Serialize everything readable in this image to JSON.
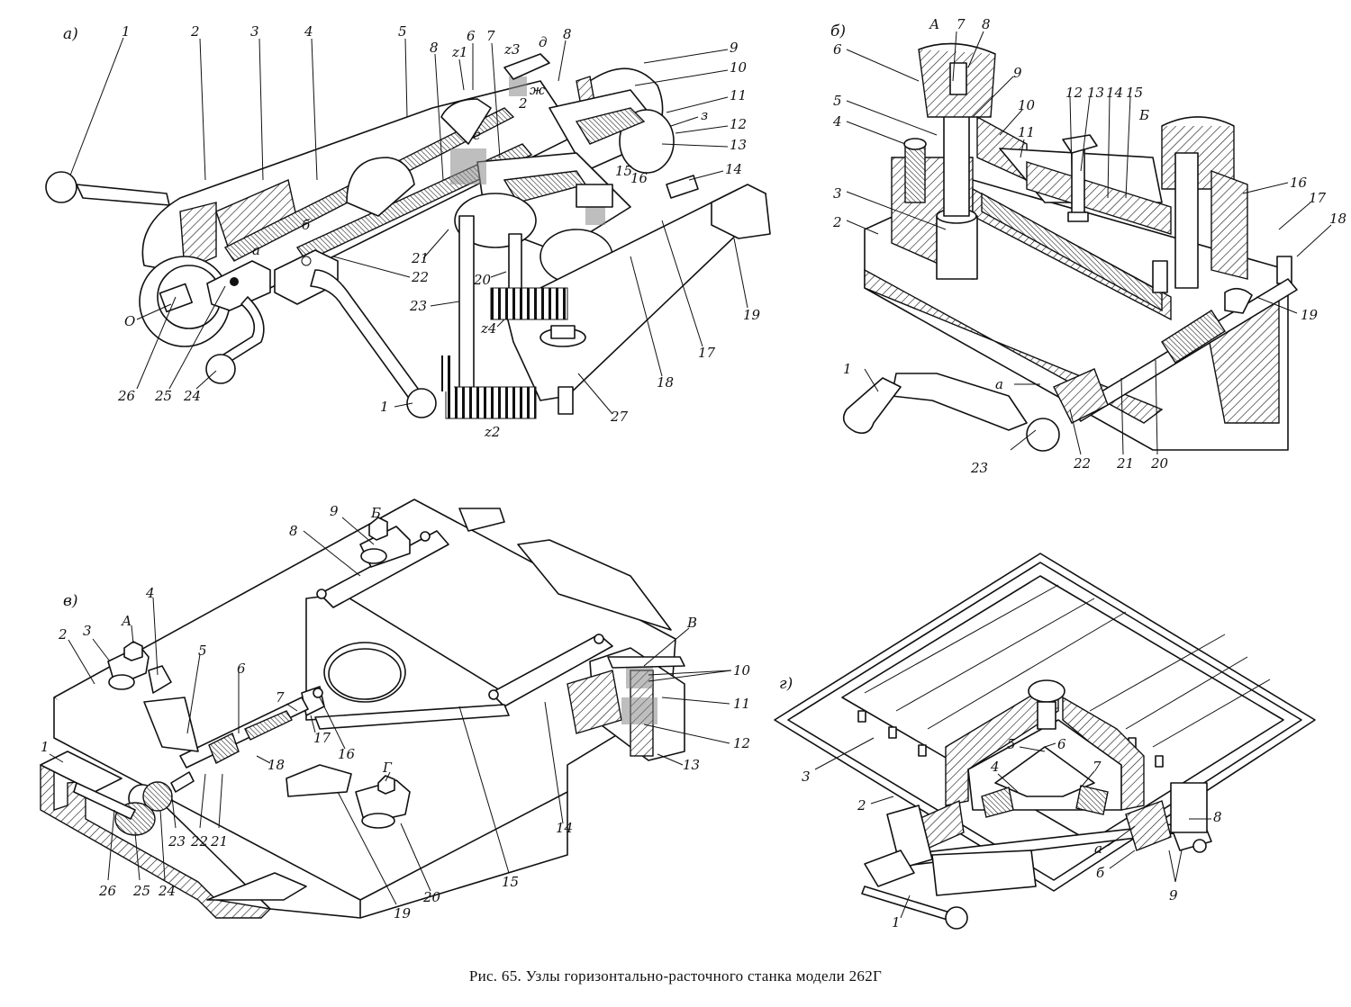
{
  "caption": "Рис. 65. Узлы горизонтально-расточного станка модели 262Г",
  "panels": {
    "a": {
      "label": "а)",
      "callouts": [
        "1",
        "2",
        "3",
        "4",
        "5",
        "6",
        "z1",
        "7",
        "z3",
        "д",
        "8",
        "9",
        "10",
        "11",
        "з",
        "12",
        "13",
        "14",
        "15",
        "16",
        "8",
        "2",
        "ж",
        "е",
        "б",
        "а",
        "О",
        "26",
        "25",
        "24",
        "22",
        "21",
        "23",
        "20",
        "z4",
        "1",
        "18",
        "17",
        "19",
        "27",
        "z2"
      ]
    },
    "b": {
      "label": "б)",
      "callouts": [
        "А",
        "7",
        "8",
        "6",
        "5",
        "4",
        "9",
        "10",
        "11",
        "12",
        "13",
        "14",
        "15",
        "Б",
        "3",
        "2",
        "16",
        "17",
        "18",
        "19",
        "1",
        "а",
        "23",
        "22",
        "21",
        "20"
      ]
    },
    "v": {
      "label": "в)",
      "callouts": [
        "Б",
        "9",
        "8",
        "А",
        "4",
        "3",
        "2",
        "5",
        "6",
        "7",
        "17",
        "16",
        "1",
        "18",
        "23",
        "22",
        "21",
        "26",
        "25",
        "24",
        "Г",
        "19",
        "20",
        "15",
        "14",
        "В",
        "10",
        "11",
        "12",
        "13"
      ]
    },
    "g": {
      "label": "г)",
      "callouts": [
        "3",
        "5",
        "6",
        "4",
        "7",
        "2",
        "а",
        "8",
        "б",
        "9",
        "1"
      ]
    }
  }
}
